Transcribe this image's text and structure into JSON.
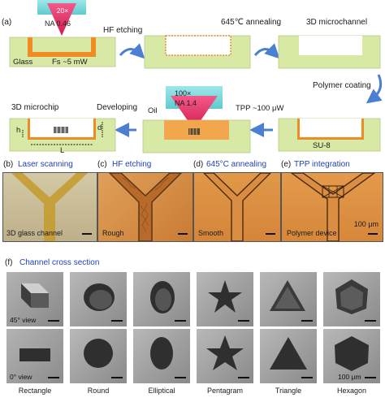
{
  "panel_a": {
    "label": "(a)",
    "lens1_line1": "20×",
    "lens1_line2": "NA 0.46",
    "glass": "Glass",
    "fs": "Fs ~5 mW",
    "hf_etching": "HF etching",
    "annealing": "645℃ annealing",
    "microchannel": "3D microchannel",
    "polymer_coating": "Polymer coating",
    "lens2_line1": "100×",
    "lens2_line2": "NA 1.4",
    "oil": "Oil",
    "tpp": "TPP ~100 μW",
    "su8": "SU-8",
    "developing": "Developing",
    "microchip": "3D microchip",
    "h": "h",
    "d": "d",
    "L": "L"
  },
  "photos": [
    {
      "label": "(b)",
      "title": "Laser scanning",
      "caption": "3D glass channel"
    },
    {
      "label": "(c)",
      "title": "HF etching",
      "caption": "Rough"
    },
    {
      "label": "(d)",
      "title": "645°C annealing",
      "caption": "Smooth"
    },
    {
      "label": "(e)",
      "title": "TPP integration",
      "caption": "Polymer device",
      "scale": "100 μm"
    }
  ],
  "panel_f": {
    "label": "(f)",
    "title": "Channel cross section",
    "view_45": "45° view",
    "view_0": "0° view",
    "scale": "100 μm",
    "shapes": [
      "Rectangle",
      "Round",
      "Elliptical",
      "Pentagram",
      "Triangle",
      "Hexagon"
    ]
  },
  "colors": {
    "glass": "#d7e9a5",
    "laser": "#e8336b",
    "orange": "#f08a23",
    "blue_text": "#1f3fb8",
    "arrow": "#4a7fd4"
  }
}
